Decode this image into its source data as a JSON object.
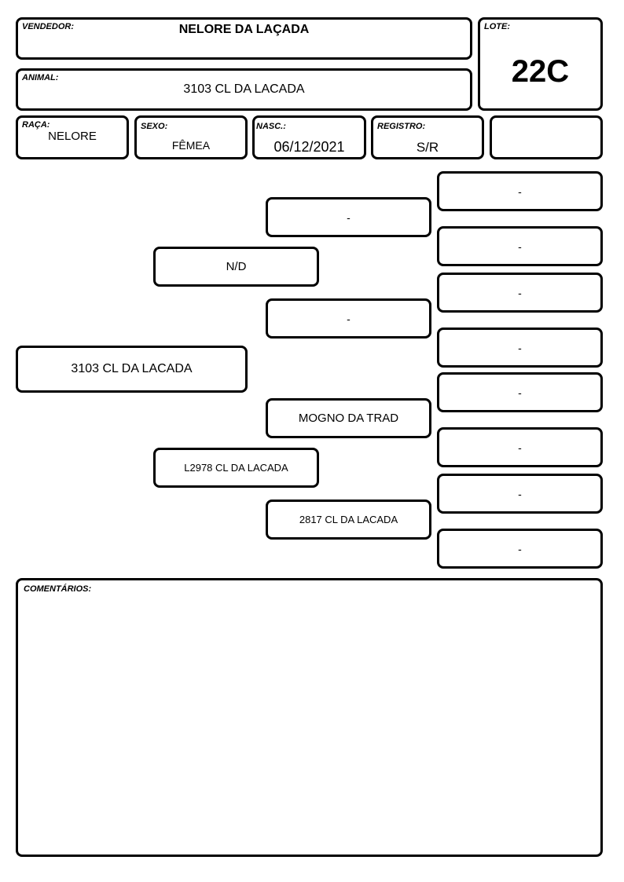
{
  "header": {
    "vendedor_label": "VENDEDOR:",
    "vendedor": "NELORE DA LAÇADA",
    "lote_label": "LOTE:",
    "lote": "22C",
    "animal_label": "ANIMAL:",
    "animal": "3103 CL DA LACADA"
  },
  "details": {
    "raca_label": "RAÇA:",
    "raca": "NELORE",
    "sexo_label": "SEXO:",
    "sexo": "FÊMEA",
    "nasc_label": "NASC.:",
    "nasc": "06/12/2021",
    "registro_label": "REGISTRO:",
    "registro": "S/R",
    "extra": ""
  },
  "pedigree": {
    "animal": "3103 CL DA LACADA",
    "sire": "N/D",
    "dam": "L2978 CL DA LACADA",
    "sire_sire": "-",
    "sire_dam": "-",
    "dam_sire": "MOGNO DA TRAD",
    "dam_dam": "2817 CL DA LACADA",
    "great_grandparents": [
      "-",
      "-",
      "-",
      "-",
      "-",
      "-",
      "-",
      "-"
    ]
  },
  "comments": {
    "label": "COMENTÁRIOS:",
    "text": ""
  }
}
